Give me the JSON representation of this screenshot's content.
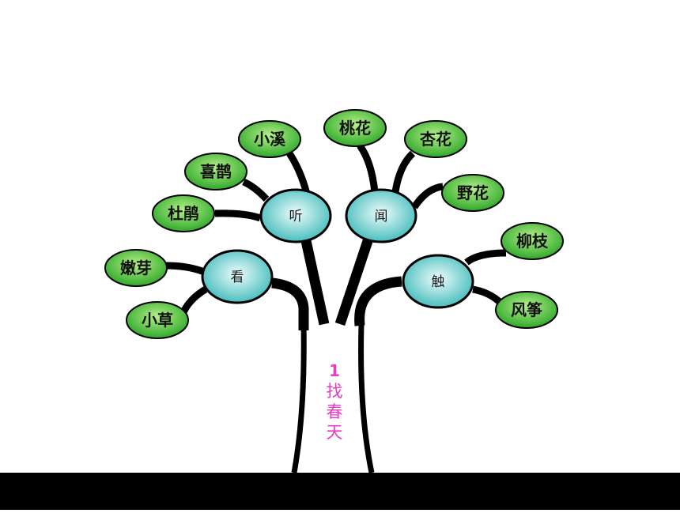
{
  "title": {
    "number": "1",
    "chars": [
      "找",
      "春",
      "天"
    ],
    "color": "#e83cc4"
  },
  "colors": {
    "leaf_fill_light": "#b6f08a",
    "leaf_fill_dark": "#2fa82a",
    "hub_fill_light": "#eefcfc",
    "hub_fill_dark": "#3ab8b8",
    "outline": "#000000",
    "ground": "#000000"
  },
  "hubs": [
    {
      "id": "look",
      "label": "看"
    },
    {
      "id": "listen",
      "label": "听"
    },
    {
      "id": "smell",
      "label": "闻"
    },
    {
      "id": "touch",
      "label": "触"
    }
  ],
  "leaves": [
    {
      "id": "xiaoxi",
      "label": "小溪",
      "hub": "listen"
    },
    {
      "id": "taohua",
      "label": "桃花",
      "hub": "smell"
    },
    {
      "id": "xinghua",
      "label": "杏花",
      "hub": "smell"
    },
    {
      "id": "xique",
      "label": "喜鹊",
      "hub": "listen"
    },
    {
      "id": "yehua",
      "label": "野花",
      "hub": "smell"
    },
    {
      "id": "dujuan",
      "label": "杜鹃",
      "hub": "listen"
    },
    {
      "id": "liuzhi",
      "label": "柳枝",
      "hub": "touch"
    },
    {
      "id": "nenya",
      "label": "嫩芽",
      "hub": "look"
    },
    {
      "id": "xiaocao",
      "label": "小草",
      "hub": "look"
    },
    {
      "id": "fengzheng",
      "label": "风筝",
      "hub": "touch"
    }
  ]
}
